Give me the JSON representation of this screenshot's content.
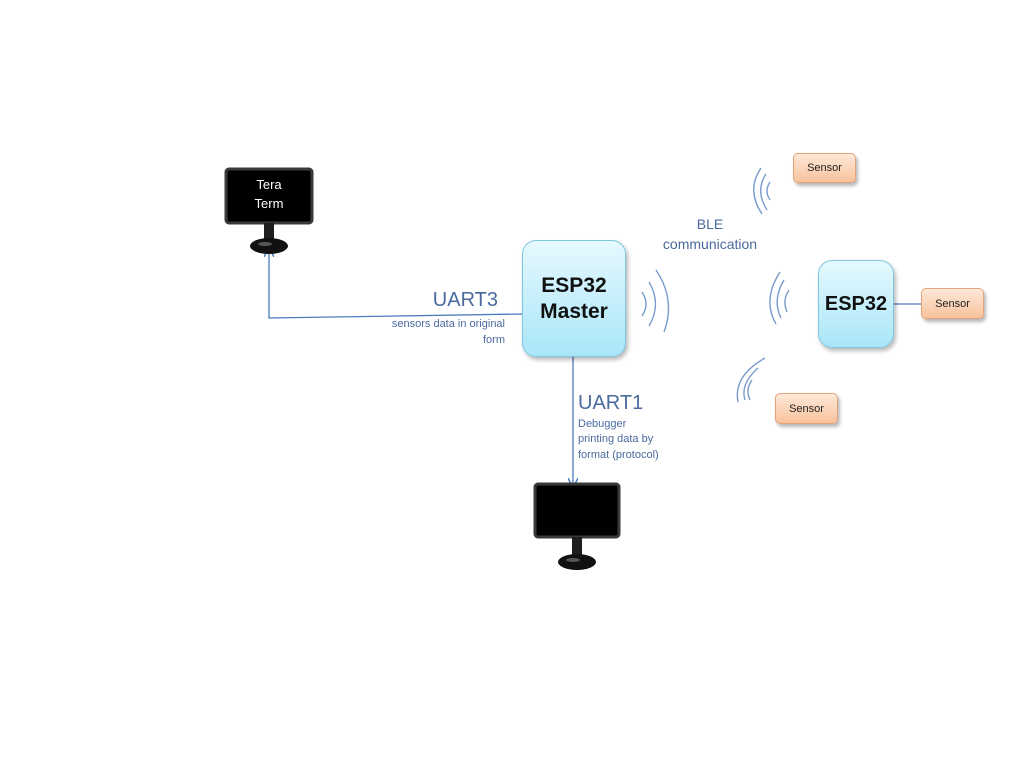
{
  "master": {
    "line1": "ESP32",
    "line2": "Master"
  },
  "slave": {
    "label": "ESP32"
  },
  "sensors": [
    {
      "label": "Sensor"
    },
    {
      "label": "Sensor"
    },
    {
      "label": "Sensor"
    }
  ],
  "tera_term": {
    "line1": "Tera",
    "line2": "Term"
  },
  "uart3": {
    "title": "UART3",
    "desc_line1": "sensors data in original",
    "desc_line2": "form"
  },
  "uart1": {
    "title": "UART1",
    "desc_line1": "Debugger",
    "desc_line2": "printing data by",
    "desc_line3": "format (protocol)"
  },
  "ble": {
    "line1": "BLE",
    "line2": "communication"
  },
  "colors": {
    "connector": "#4a7bbf",
    "wave": "#7a9bcc",
    "monitor": "#000000",
    "monitor_frame": "#3a3a3a",
    "label_text": "#4a6a9e"
  }
}
